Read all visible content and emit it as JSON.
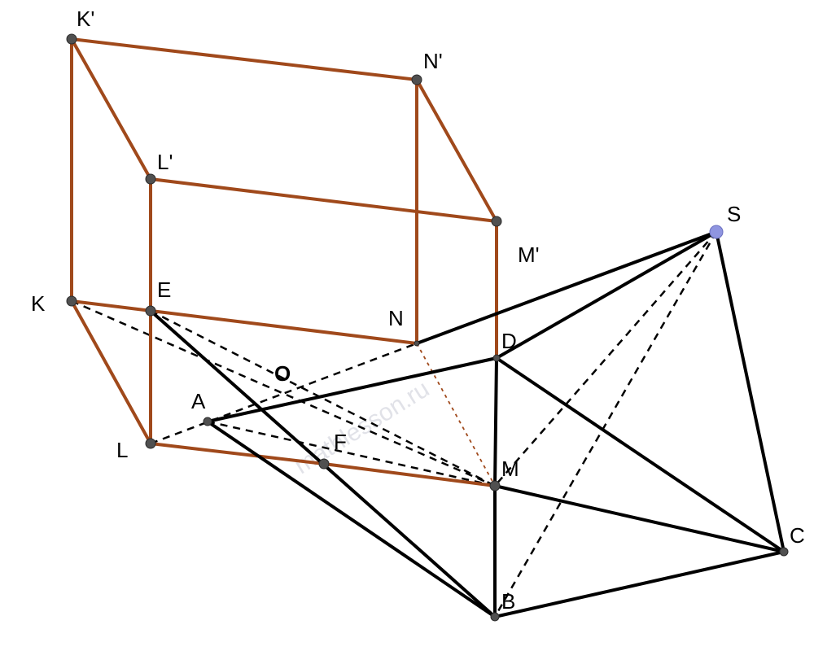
{
  "labels": {
    "K_prime": "K'",
    "N_prime": "N'",
    "L_prime": "L'",
    "M_prime": "M'",
    "S": "S",
    "K": "K",
    "E": "E",
    "N": "N",
    "D": "D",
    "O": "O",
    "A": "A",
    "F": "F",
    "L": "L",
    "M": "M",
    "C": "C",
    "B": "B"
  },
  "watermark": "mathlesson.ru",
  "colors": {
    "prism_edge": "#a0491b",
    "pyramid_edge": "#000000",
    "vertex": "#505050",
    "apex": "#8f95e0",
    "dashed": "#000000",
    "thin_dashed": "#a0491b"
  }
}
